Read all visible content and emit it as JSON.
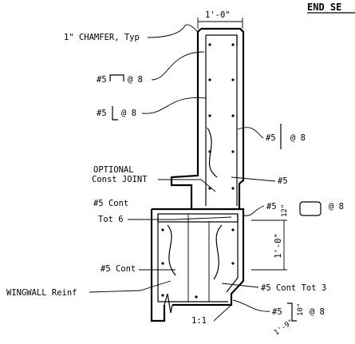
{
  "drawing": {
    "title_partial": "END SE",
    "dims": {
      "wall_width": "1'-0\"",
      "footing_depth": "1'-0\"",
      "bend_12": "12\"",
      "bend_10": "10\"",
      "bend_9": "1'-9\"",
      "slope": "1:1"
    },
    "labels": {
      "chamfer": "1\" CHAMFER, Typ",
      "hook_bar_num": "#5",
      "hook_bar_spacing": "@ 8",
      "vert_bar_left_num": "#5",
      "vert_bar_left_spacing": "@ 8",
      "vert_bar_right_num": "#5",
      "vert_bar_right_spacing": "@ 8",
      "optional_1": "OPTIONAL",
      "optional_2": "Const JOINT",
      "bar_5": "#5",
      "cont_top_1": "#5 Cont",
      "cont_top_2": "Tot 6",
      "stirrup_num": "#5",
      "stirrup_spacing": "@ 8",
      "cont_mid": "#5 Cont",
      "wingwall": "WINGWALL Reinf",
      "cont_tot3": "#5 Cont Tot 3",
      "bottom_bar_num": "#5",
      "bottom_bar_spacing": "@ 8"
    }
  }
}
